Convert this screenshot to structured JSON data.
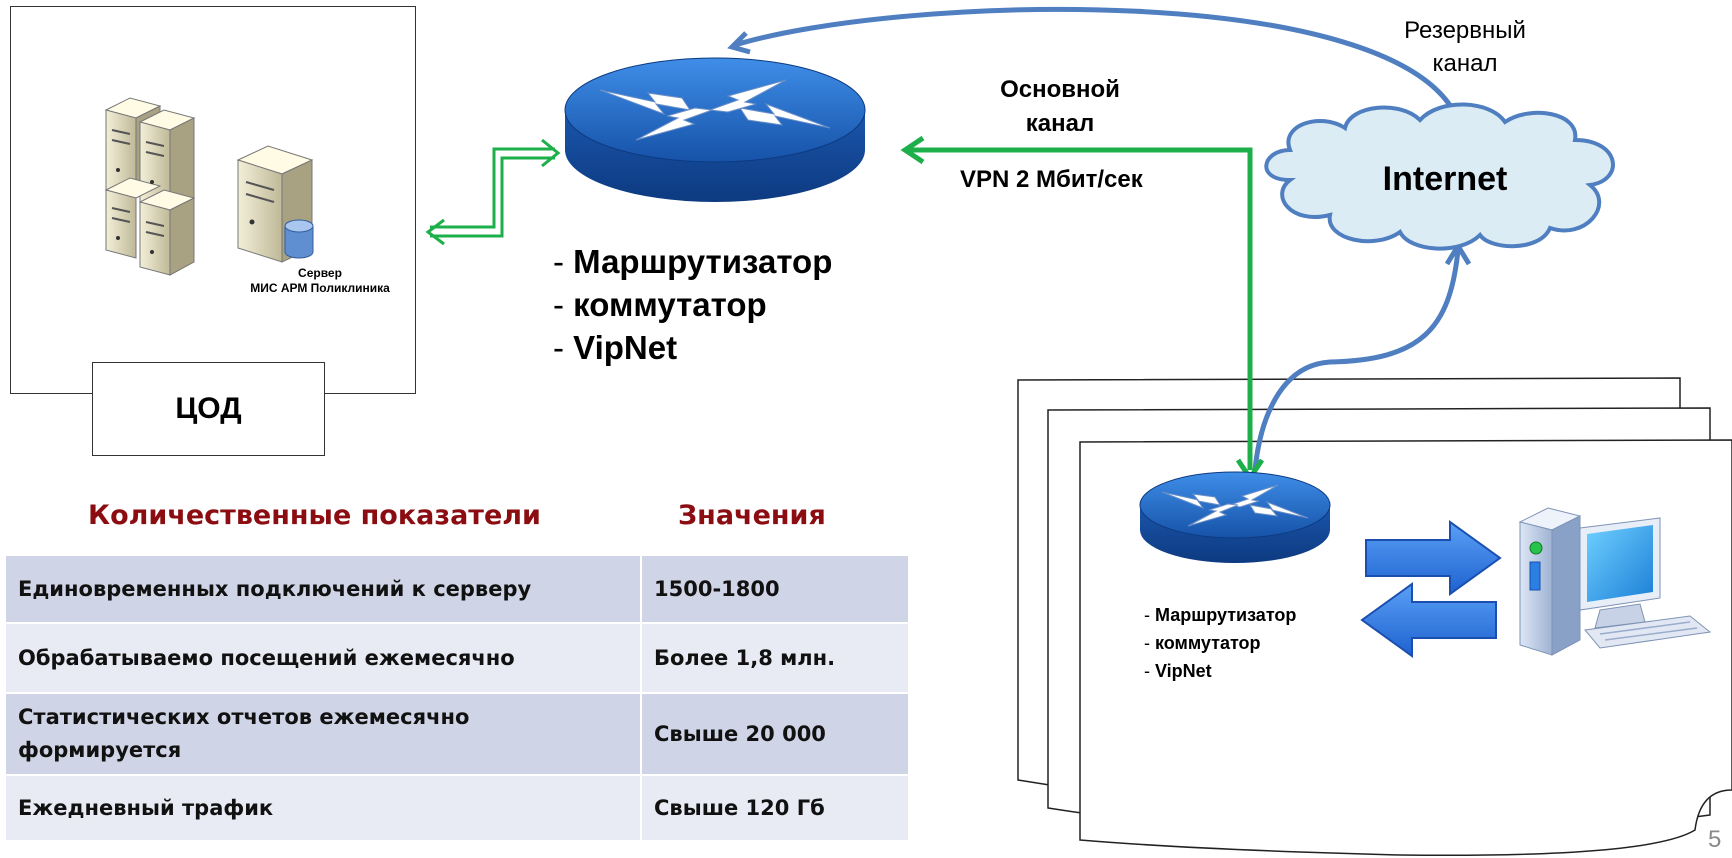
{
  "datacenter": {
    "label": "ЦОД",
    "server_caption_line1": "Сервер",
    "server_caption_line2": "МИС АРМ Поликлиника"
  },
  "main_router_list": {
    "item1": "Маршрутизатор",
    "item2": "коммутатор",
    "item3": "VipNet"
  },
  "channels": {
    "main_line1": "Основной",
    "main_line2": "канал",
    "vpn": "VPN 2 Мбит/сек",
    "reserve_line1": "Резервный",
    "reserve_line2": "канал",
    "internet": "Internet"
  },
  "branch_router_list": {
    "item1": "Маршрутизатор",
    "item2": "коммутатор",
    "item3": "VipNet"
  },
  "table": {
    "header_col1": "Количественные показатели",
    "header_col2": "Значения",
    "rows": [
      {
        "name": "Единовременных подключений к серверу",
        "value": "1500-1800"
      },
      {
        "name": "Обрабатываемо посещений ежемесячно",
        "value": "Более 1,8 млн."
      },
      {
        "name": "Статистических отчетов ежемесячно формируется",
        "value": "Свыше 20 000"
      },
      {
        "name": "Ежедневный трафик",
        "value": "Свыше 120 Гб"
      }
    ]
  },
  "page_number": "5",
  "colors": {
    "green_link": "#1db04a",
    "blue_link": "#4f7fc0",
    "router_blue": "#1c5fb8",
    "cloud_fill": "#dcecf4",
    "header_red": "#8b0d12"
  }
}
